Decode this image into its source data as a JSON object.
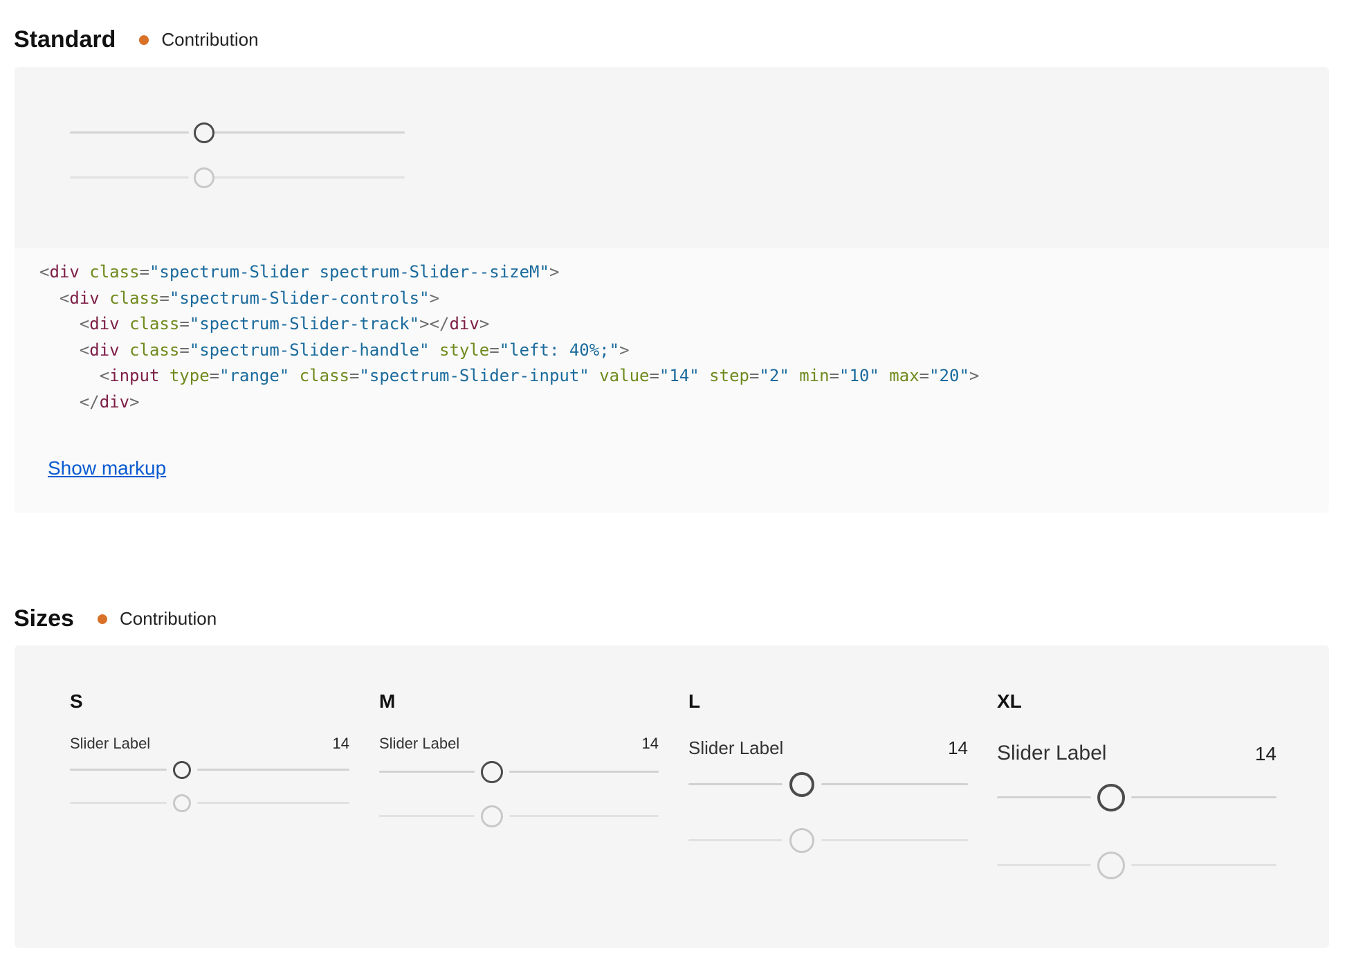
{
  "sections": {
    "standard": {
      "title": "Standard",
      "status": "Contribution"
    },
    "sizes": {
      "title": "Sizes",
      "status": "Contribution"
    }
  },
  "status_color": "#d97128",
  "standard_demo": {
    "value_fraction": 0.4
  },
  "code": {
    "lines": [
      "<div class=\"spectrum-Slider spectrum-Slider--sizeM\">",
      "  <div class=\"spectrum-Slider-controls\">",
      "    <div class=\"spectrum-Slider-track\"></div>",
      "    <div class=\"spectrum-Slider-handle\" style=\"left: 40%;\">",
      "      <input type=\"range\" class=\"spectrum-Slider-input\" value=\"14\" step=\"2\" min=\"10\" max=\"20\">",
      "    </div>"
    ],
    "show_markup_label": "Show markup"
  },
  "sizes": [
    {
      "size": "S",
      "label": "Slider Label",
      "value": "14"
    },
    {
      "size": "M",
      "label": "Slider Label",
      "value": "14"
    },
    {
      "size": "L",
      "label": "Slider Label",
      "value": "14"
    },
    {
      "size": "XL",
      "label": "Slider Label",
      "value": "14"
    }
  ]
}
